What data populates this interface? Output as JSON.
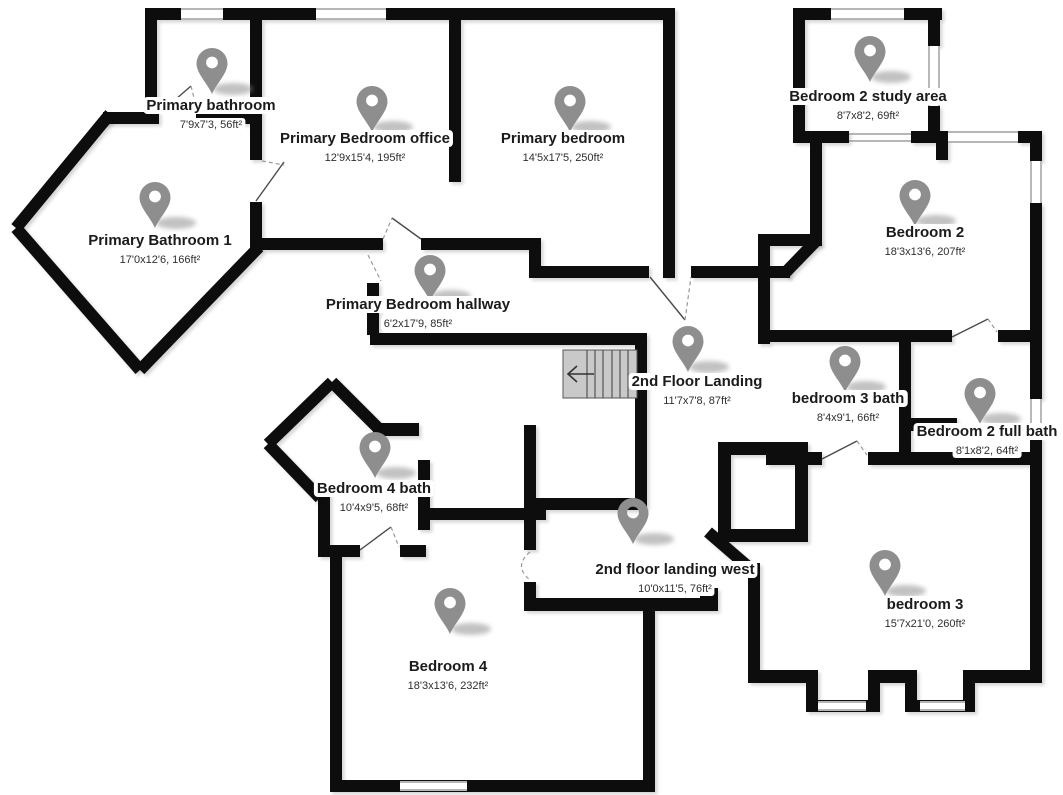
{
  "colors": {
    "background": "#ffffff",
    "wall": "#0b0b0b",
    "pin": "#8e8e8e",
    "pin_shadow": "#8f8f8f",
    "stair_fill": "#c9c9c9",
    "stair_line": "#555555",
    "window_line": "#8a8a8a",
    "door_line": "#4a4a4a",
    "door_dash": "#999999"
  },
  "icons": {
    "stair_direction_arrow": "left-arrow"
  },
  "rooms": [
    {
      "name": "Primary bathroom",
      "dims": "7'9x7'3, 56ft²"
    },
    {
      "name": "Primary Bedroom office",
      "dims": "12'9x15'4, 195ft²"
    },
    {
      "name": "Primary bedroom",
      "dims": "14'5x17'5, 250ft²"
    },
    {
      "name": "Bedroom 2 study area",
      "dims": "8'7x8'2, 69ft²"
    },
    {
      "name": "Primary Bathroom 1",
      "dims": "17'0x12'6, 166ft²"
    },
    {
      "name": "Bedroom 2",
      "dims": "18'3x13'6, 207ft²"
    },
    {
      "name": "Primary Bedroom hallway",
      "dims": "6'2x17'9, 85ft²"
    },
    {
      "name": "2nd Floor Landing",
      "dims": "11'7x7'8, 87ft²"
    },
    {
      "name": "bedroom 3 bath",
      "dims": "8'4x9'1, 66ft²"
    },
    {
      "name": "Bedroom 2 full bath",
      "dims": "8'1x8'2, 64ft²"
    },
    {
      "name": "Bedroom 4 bath",
      "dims": "10'4x9'5, 68ft²"
    },
    {
      "name": "2nd floor landing west",
      "dims": "10'0x11'5, 76ft²"
    },
    {
      "name": "bedroom 3",
      "dims": "15'7x21'0, 260ft²"
    },
    {
      "name": "Bedroom 4",
      "dims": "18'3x13'6, 232ft²"
    }
  ]
}
